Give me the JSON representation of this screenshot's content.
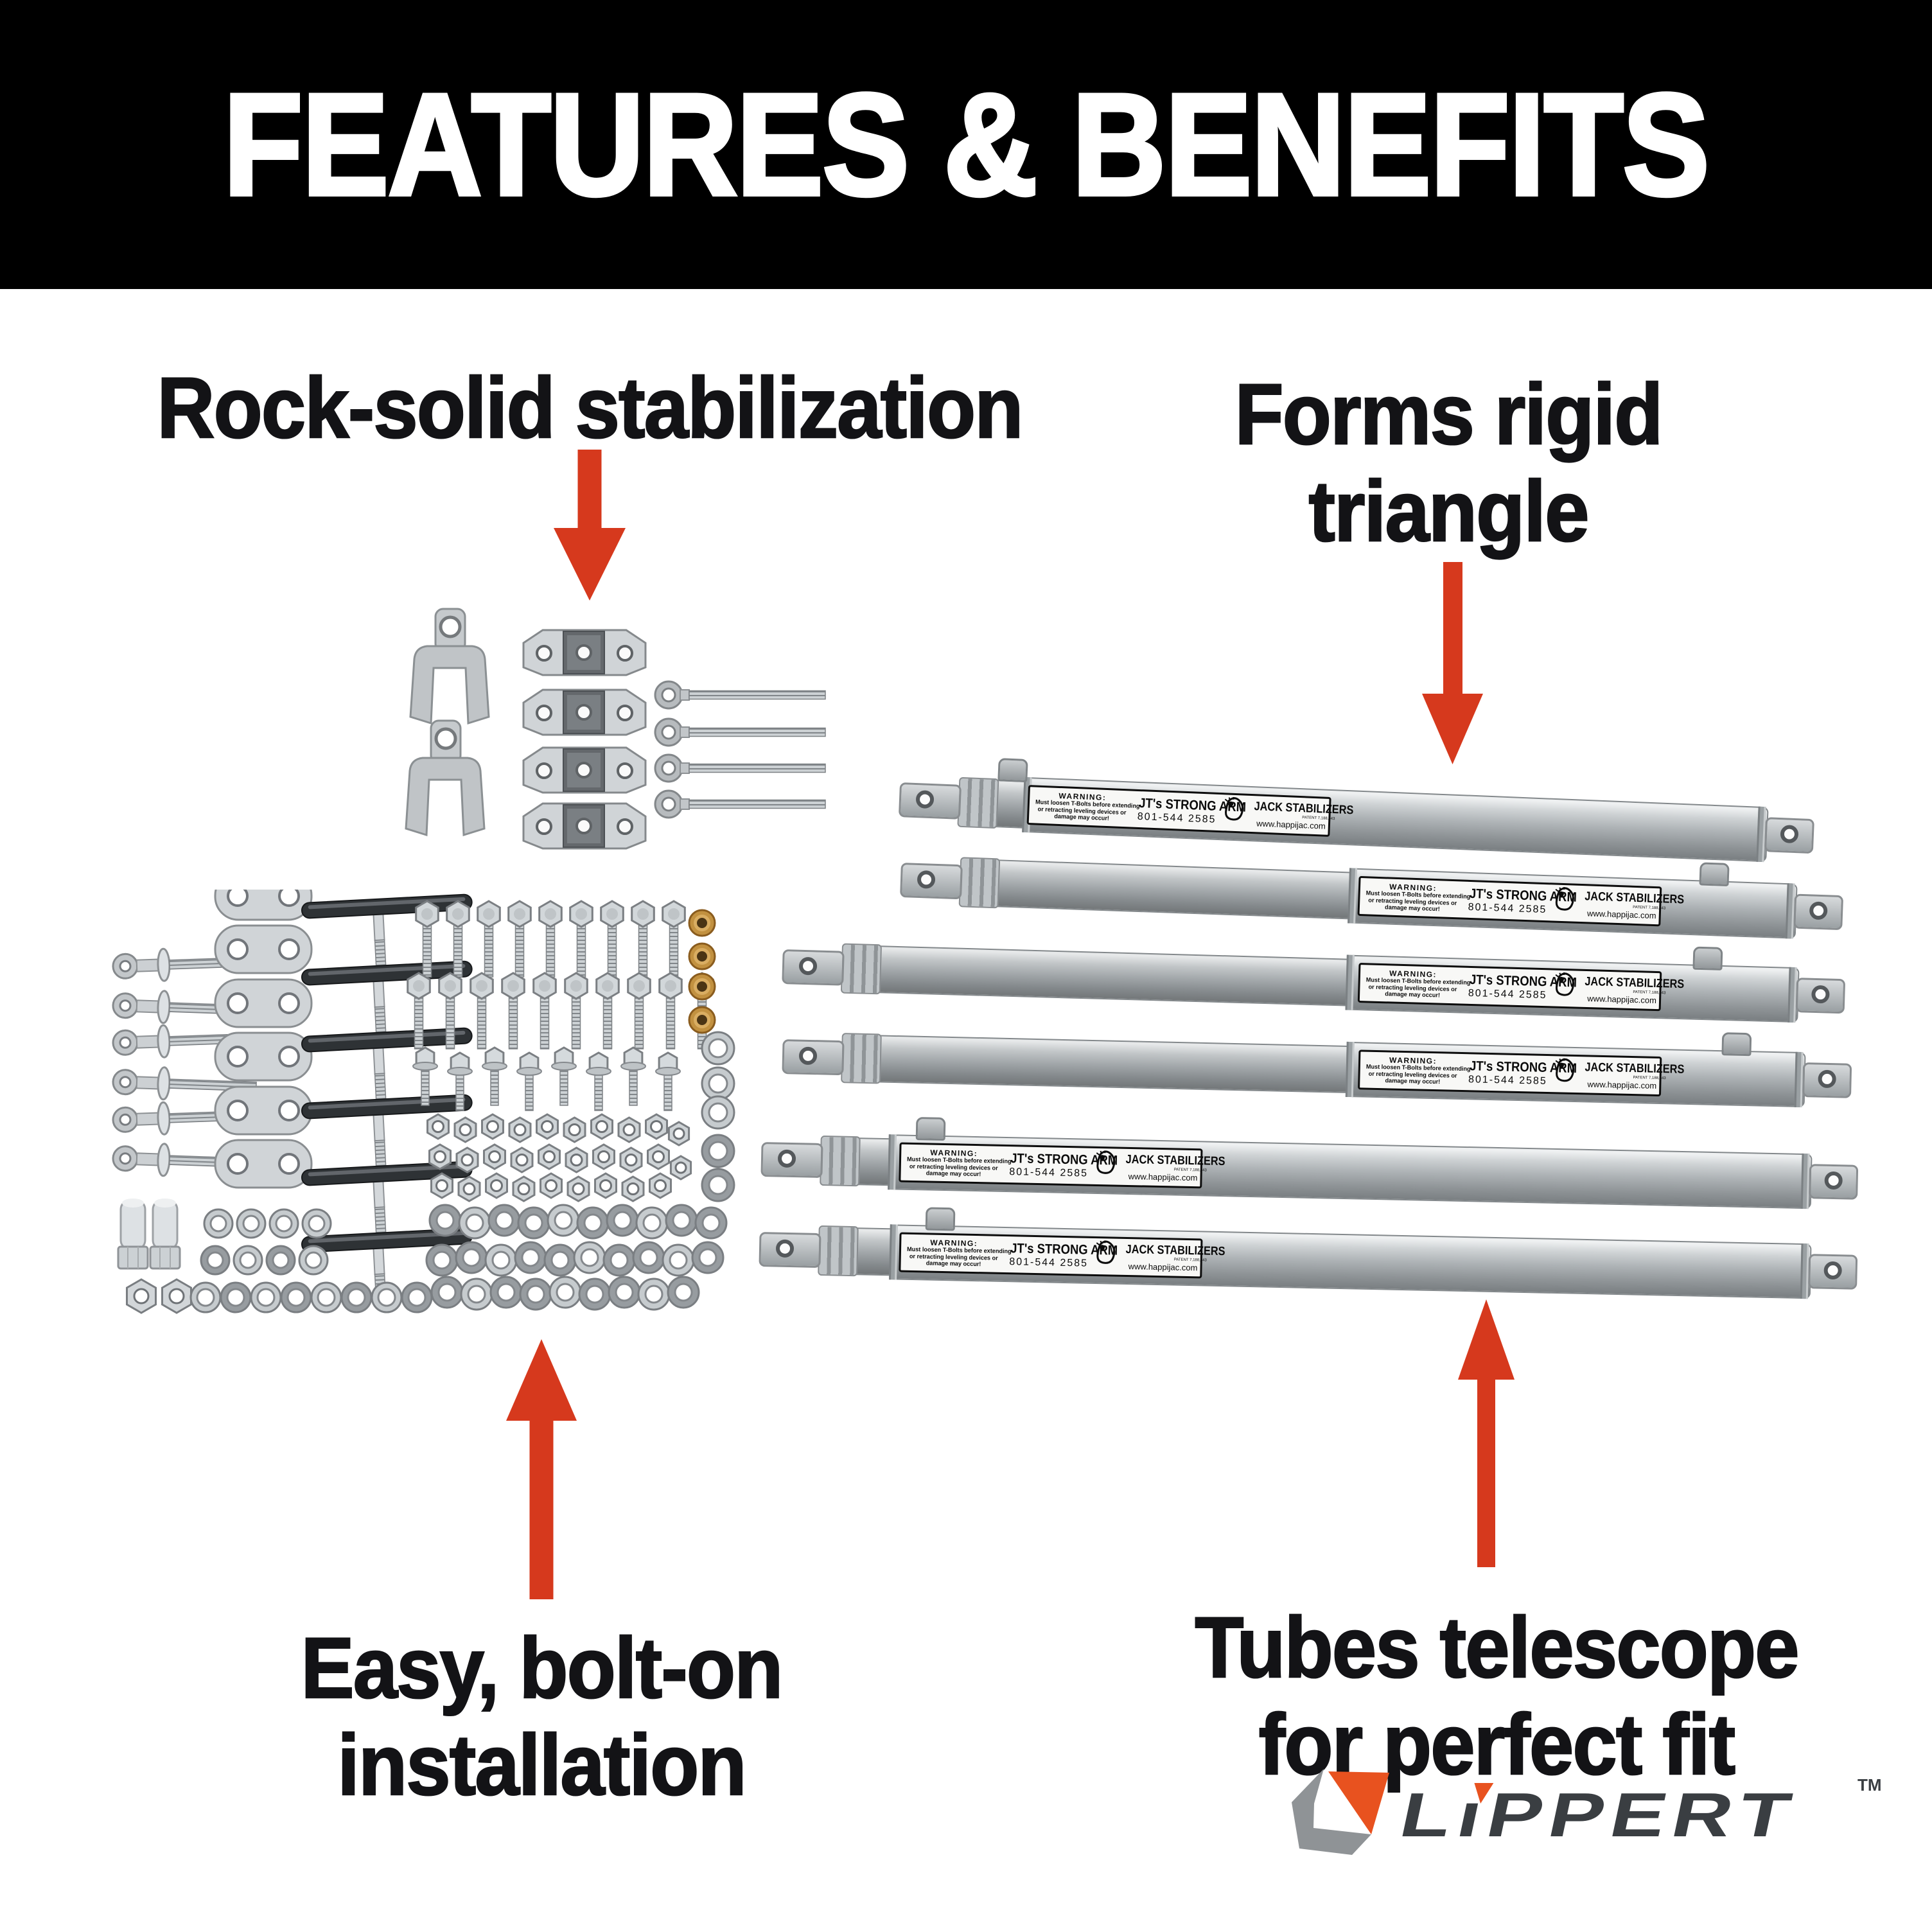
{
  "header": {
    "title": "FEATURES & BENEFITS"
  },
  "callouts": {
    "rock": "Rock-solid stabilization",
    "triangle_line1": "Forms rigid",
    "triangle_line2": "triangle",
    "easy_line1": "Easy, bolt-on",
    "easy_line2": "installation",
    "telescope_line1": "Tubes telescope",
    "telescope_line2": "for perfect fit"
  },
  "tubes": {
    "count": 6,
    "label": {
      "warning_title": "WARNING:",
      "warning_line1": "Must loosen T-Bolts before extending",
      "warning_line2": "or retracting leveling devices or",
      "warning_line3": "damage may occur!",
      "brand": "JT's STRONG ARM",
      "phone": "801-544 2585",
      "product": "JACK STABILIZERS",
      "patent": "PATENT 7,188,843",
      "website": "www.happijac.com"
    }
  },
  "hardware": {
    "mount_group": [
      {
        "name": "clevis-bracket",
        "count": 2
      },
      {
        "name": "frame-mount-bracket",
        "count": 4
      },
      {
        "name": "eye-bolt",
        "count": 4
      }
    ],
    "fastener_kit": [
      {
        "name": "flanged-eye-stud",
        "count": 6
      },
      {
        "name": "backing-plate",
        "count": 6
      },
      {
        "name": "t-handle-bolt",
        "count": 6
      },
      {
        "name": "hex-bolt",
        "count": 19
      },
      {
        "name": "flange-screw",
        "count": 8
      },
      {
        "name": "hex-nut",
        "count": 29
      },
      {
        "name": "flat-washer",
        "count": 29
      },
      {
        "name": "large-washer",
        "count": 5
      },
      {
        "name": "small-washer",
        "count": 16
      },
      {
        "name": "brass-bushing",
        "count": 4
      },
      {
        "name": "spacer-sleeve",
        "count": 2
      },
      {
        "name": "small-hex-nut",
        "count": 2
      }
    ]
  },
  "logo": {
    "brand": "LiPPERT",
    "tm": "TM"
  },
  "colors": {
    "accent_red": "#d6391d",
    "logo_orange": "#e8521f",
    "logo_gray": "#8f9396",
    "text_dark": "#3a3e42",
    "metal_light": "#cfd3d6",
    "metal_dark": "#8d9194",
    "brass": "#bf8e3e"
  }
}
